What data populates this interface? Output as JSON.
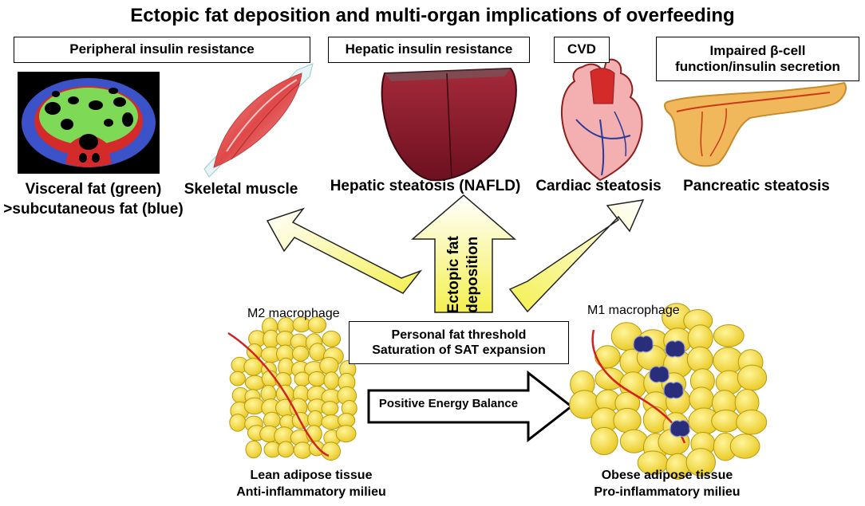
{
  "title": "Ectopic fat deposition and multi-organ implications of overfeeding",
  "header_boxes": {
    "peripheral": "Peripheral insulin resistance",
    "hepatic": "Hepatic insulin resistance",
    "cvd": "CVD",
    "beta_cell_line1": "Impaired β-cell",
    "beta_cell_line2": "function/insulin secretion"
  },
  "organ_captions": {
    "visceral_line1": "Visceral fat (green)",
    "visceral_line2": ">subcutaneous fat (blue)",
    "skeletal": "Skeletal muscle",
    "hepatic": "Hepatic steatosis (NAFLD)",
    "cardiac": "Cardiac steatosis",
    "pancreatic": "Pancreatic steatosis"
  },
  "center_arrow": {
    "line1": "Ectopic fat",
    "line2": "deposition"
  },
  "threshold_box": {
    "line1": "Personal fat threshold",
    "line2": "Saturation of SAT expansion"
  },
  "energy_arrow": "Positive Energy Balance",
  "lean": {
    "macrophage": "M2 macrophage",
    "line1": "Lean adipose tissue",
    "line2": "Anti-inflammatory milieu"
  },
  "obese": {
    "macrophage": "M1 macrophage",
    "line1": "Obese adipose tissue",
    "line2": "Pro-inflammatory milieu"
  },
  "colors": {
    "visceral": "#7ed957",
    "subcutaneous": "#3b52c8",
    "muscle_red": "#e03030",
    "adipocyte": "#f5dc3c",
    "macrophage_m1": "#2a2d7a",
    "liver": "#8b1a2a",
    "pancreas": "#f0b85a"
  }
}
